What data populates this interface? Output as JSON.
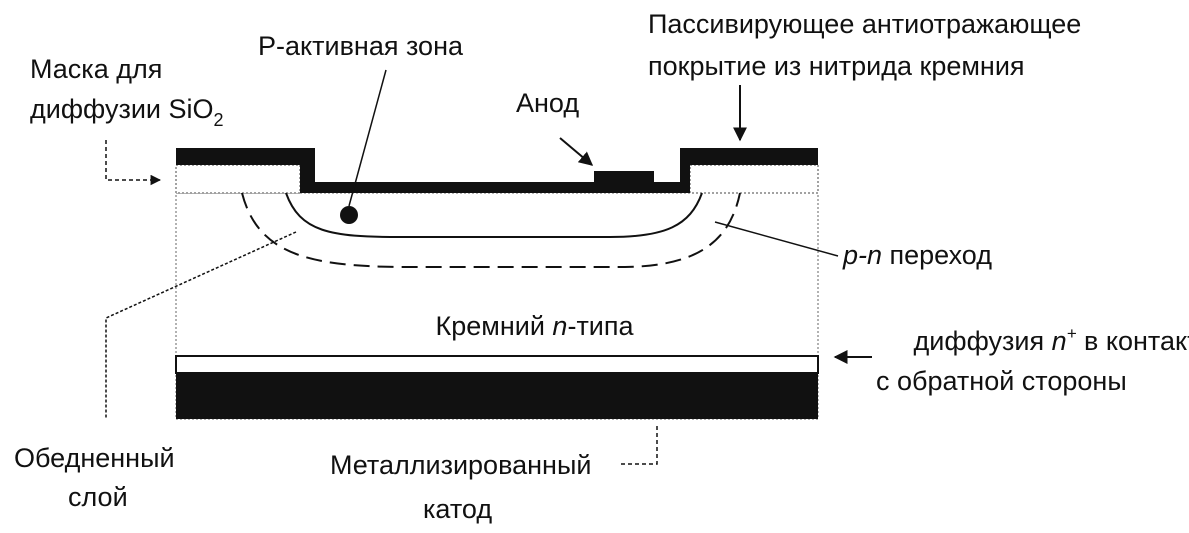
{
  "labels": {
    "mask": [
      "Маска для",
      "диффузии SiO",
      "2"
    ],
    "p_active": "Р-активная зона",
    "passivating": [
      "Пассивирующее антиотражающее",
      "покрытие из нитрида кремния"
    ],
    "anode": "Анод",
    "pn_junction": {
      "italic": "p-n",
      "rest": " переход"
    },
    "silicon": {
      "pre": "Кремний ",
      "italic": "n",
      "post": "-типа"
    },
    "diffusion": {
      "pre": "диффузия ",
      "italic": "n",
      "sup": "+",
      "post": " в контакт",
      "line2": "с обратной стороны"
    },
    "depleted": [
      "Обедненный",
      "слой"
    ],
    "cathode": [
      "Металлизированный",
      "катод"
    ]
  },
  "colors": {
    "ink": "#111111",
    "background": "#ffffff"
  }
}
